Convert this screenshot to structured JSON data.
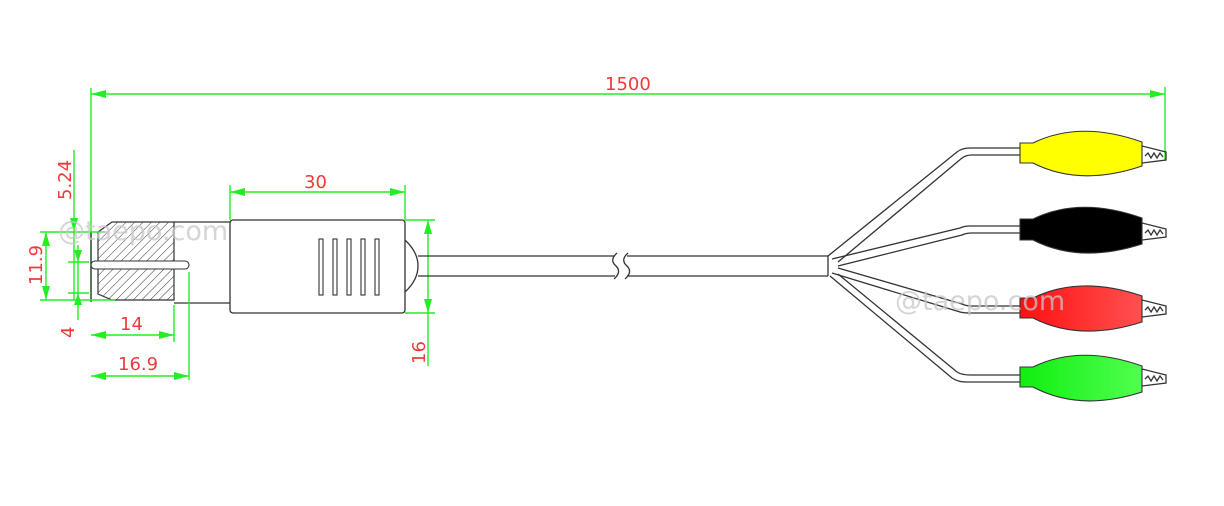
{
  "diagram": {
    "type": "technical-drawing",
    "subject": "BNC/RCA plug to 4 alligator clip test cable",
    "watermark": "@taepo.com",
    "dimensions": {
      "total_length": "1500",
      "plug_body_length": "30",
      "plug_body_height": "16",
      "plug_top_offset": "5.24",
      "plug_height": "11.9",
      "pin_dia": "4",
      "sleeve_length": "14",
      "pin_length": "16.9"
    },
    "clips": [
      {
        "name": "yellow",
        "color": "#ffff00"
      },
      {
        "name": "black",
        "color": "#000000"
      },
      {
        "name": "red",
        "color": "#ff2020"
      },
      {
        "name": "green",
        "color": "#22ee22"
      }
    ],
    "colors": {
      "dimension_line": "#22ee22",
      "dimension_text": "#f03a3a",
      "outline": "#333333"
    }
  }
}
